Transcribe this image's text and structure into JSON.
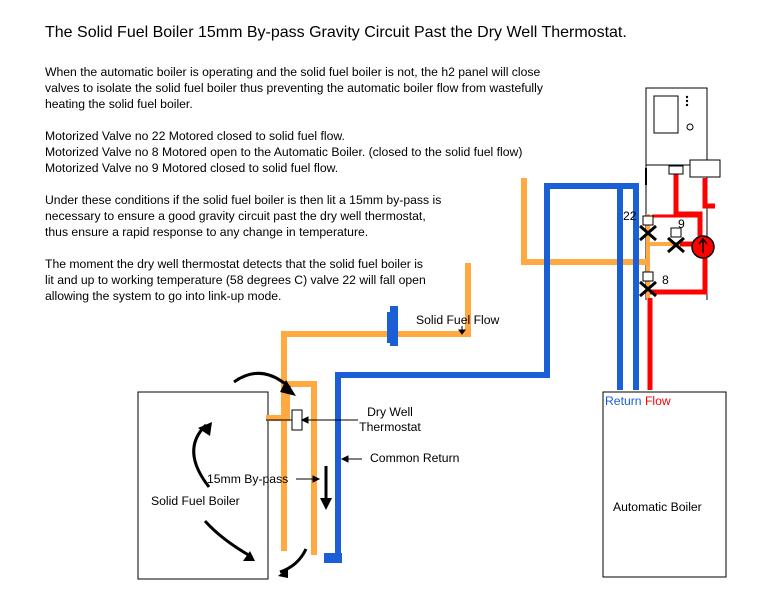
{
  "title": "The Solid Fuel Boiler 15mm By-pass Gravity Circuit Past the Dry Well Thermostat.",
  "intro": {
    "line1": "When the automatic boiler is operating and the solid fuel boiler is not, the h2 panel will close",
    "line2": "valves to isolate the solid fuel boiler thus preventing the automatic boiler flow from wastefully",
    "line3": "heating the solid fuel boiler."
  },
  "valves_text": {
    "line1": "Motorized Valve no 22 Motored closed to solid fuel flow.",
    "line2": "Motorized Valve no   8 Motored open to the Automatic Boiler. (closed to the solid fuel flow)",
    "line3": "Motorized Valve no   9 Motored closed to solid fuel flow."
  },
  "bypass_text": {
    "line1": "Under these conditions if the solid fuel boiler is then lit a 15mm by-pass is",
    "line2": "necessary to ensure a good gravity circuit past the dry well thermostat,",
    "line3": "thus ensure a rapid response to any change in temperature."
  },
  "linkup_text": {
    "line1": "The moment the dry well thermostat detects that the solid fuel boiler is",
    "line2": "lit and up to working temperature (58 degrees C) valve 22 will fall open",
    "line3": "allowing the system to go into link-up mode."
  },
  "labels": {
    "solid_fuel_flow": "Solid Fuel Flow",
    "dry_well_line1": "Dry Well",
    "dry_well_line2": "Thermostat",
    "common_return": "Common Return",
    "bypass": "15mm By-pass",
    "solid_fuel_boiler": "Solid Fuel Boiler",
    "automatic_boiler": "Automatic Boiler",
    "return": "Return",
    "flow": "Flow",
    "valve_22": "22",
    "valve_9": "9",
    "valve_8": "8"
  },
  "colors": {
    "flow_pipe": "#ffa940",
    "return_pipe": "#1a5fd6",
    "hot_pipe": "#ff0000",
    "return_label": "#1a5fd6",
    "flow_label": "#ff0000"
  }
}
